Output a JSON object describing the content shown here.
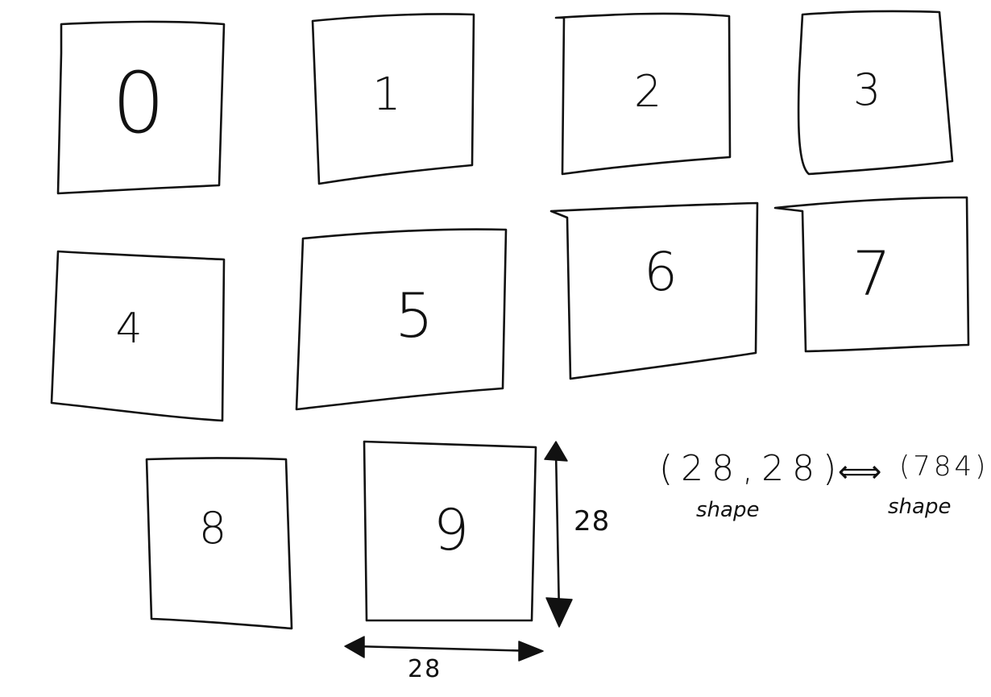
{
  "cells": [
    {
      "digit": "0"
    },
    {
      "digit": "1"
    },
    {
      "digit": "2"
    },
    {
      "digit": "3"
    },
    {
      "digit": "4"
    },
    {
      "digit": "5"
    },
    {
      "digit": "6"
    },
    {
      "digit": "7"
    },
    {
      "digit": "8"
    },
    {
      "digit": "9"
    }
  ],
  "dimensions": {
    "height_label": "28",
    "width_label": "28"
  },
  "shapes": {
    "left_shape": "(28,28)",
    "arrow": "⟺",
    "right_shape": "(784)",
    "left_caption": "shape",
    "right_caption": "shape"
  },
  "colors": {
    "ink": "#111111",
    "paper": "#ffffff"
  }
}
